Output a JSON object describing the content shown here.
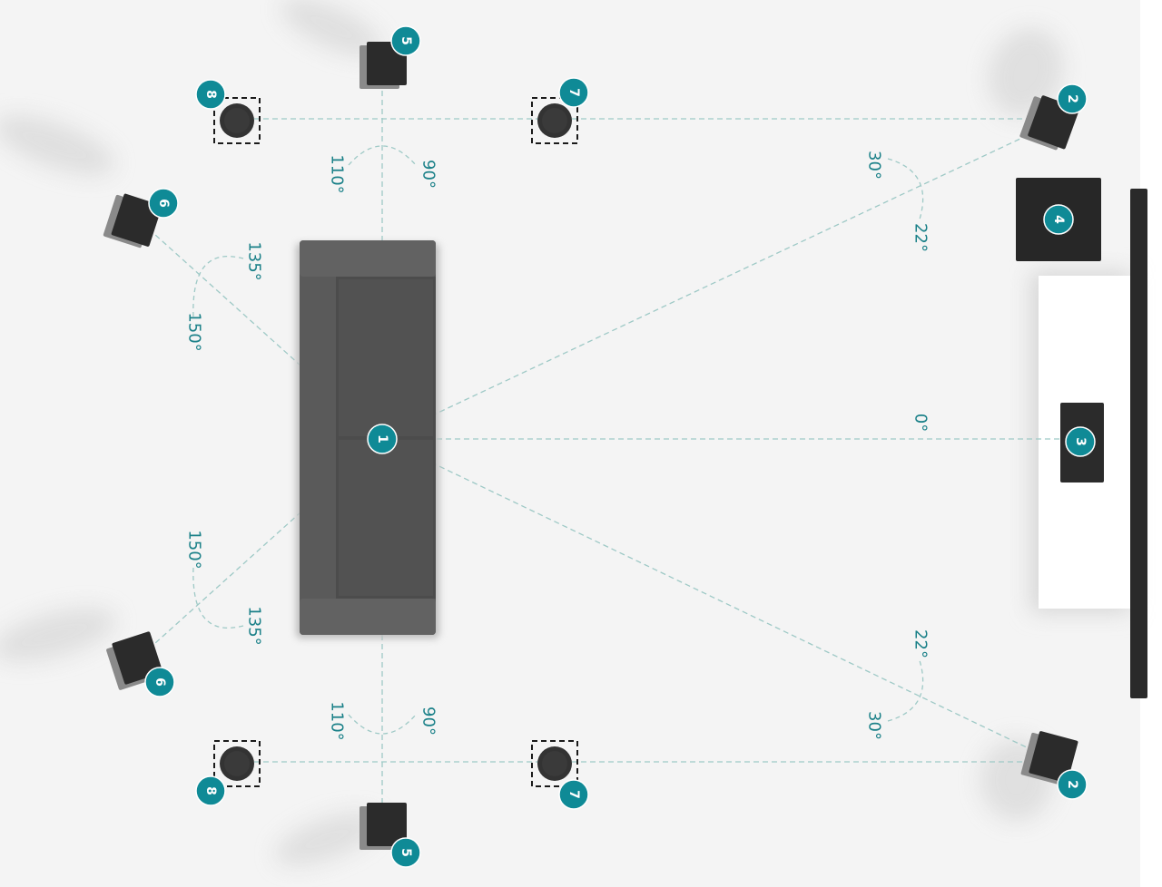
{
  "colors": {
    "background": "#f4f4f4",
    "guide_line": "#9ec9c6",
    "badge": "#0f8a96",
    "badge_text": "#ffffff",
    "angle_text": "#1a8088",
    "speaker_front": "#2b2b2b",
    "speaker_back": "#8a8a8a",
    "sofa": "#595959",
    "sofa_seat": "#4d4d4d",
    "tv_stand": "#ffffff",
    "screen": "#2a2a2a",
    "subwoofer": "#272727"
  },
  "listener": {
    "label": "1"
  },
  "speakers": [
    {
      "id": "front-right",
      "label": "2",
      "kind": "box"
    },
    {
      "id": "front-left",
      "label": "2",
      "kind": "box"
    },
    {
      "id": "center",
      "label": "3",
      "kind": "center"
    },
    {
      "id": "subwoofer",
      "label": "4",
      "kind": "sub"
    },
    {
      "id": "side-top",
      "label": "5",
      "kind": "box"
    },
    {
      "id": "side-bottom",
      "label": "5",
      "kind": "box"
    },
    {
      "id": "rear-top",
      "label": "6",
      "kind": "box"
    },
    {
      "id": "rear-bottom",
      "label": "6",
      "kind": "box"
    },
    {
      "id": "ceiling-front-top",
      "label": "7",
      "kind": "ceiling"
    },
    {
      "id": "ceiling-front-bottom",
      "label": "7",
      "kind": "ceiling"
    },
    {
      "id": "ceiling-rear-top",
      "label": "8",
      "kind": "ceiling"
    },
    {
      "id": "ceiling-rear-bottom",
      "label": "8",
      "kind": "ceiling"
    }
  ],
  "angles": [
    {
      "id": "center",
      "label": "0°"
    },
    {
      "id": "front-top-a",
      "label": "30°"
    },
    {
      "id": "front-top-b",
      "label": "22°"
    },
    {
      "id": "front-bottom-a",
      "label": "22°"
    },
    {
      "id": "front-bottom-b",
      "label": "30°"
    },
    {
      "id": "side-top-a",
      "label": "110°"
    },
    {
      "id": "side-top-b",
      "label": "90°"
    },
    {
      "id": "side-bottom-a",
      "label": "110°"
    },
    {
      "id": "side-bottom-b",
      "label": "90°"
    },
    {
      "id": "rear-top-a",
      "label": "135°"
    },
    {
      "id": "rear-top-b",
      "label": "150°"
    },
    {
      "id": "rear-bottom-a",
      "label": "150°"
    },
    {
      "id": "rear-bottom-b",
      "label": "135°"
    }
  ]
}
